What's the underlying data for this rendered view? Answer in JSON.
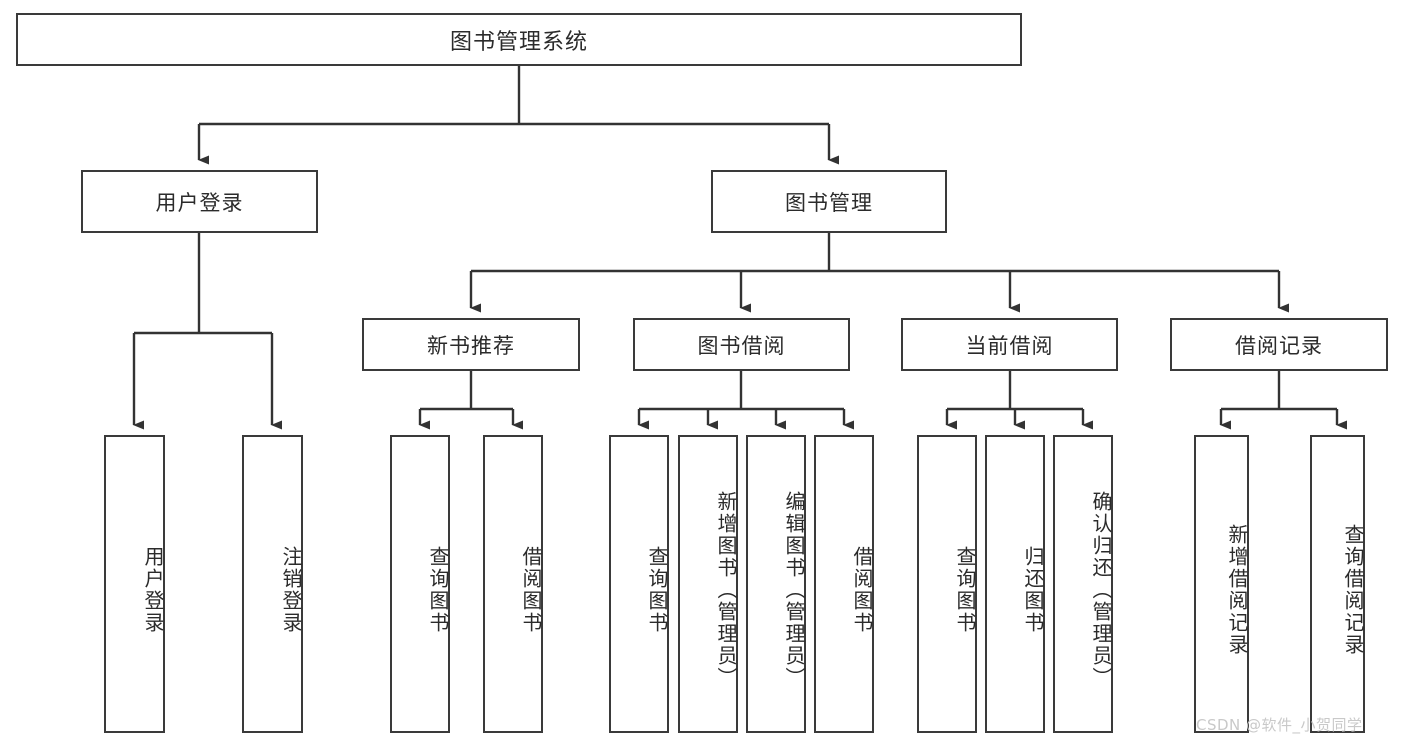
{
  "diagram": {
    "title": "图书管理系统",
    "type": "tree-hierarchy-diagram",
    "colors": {
      "box_border": "#3a3a3a",
      "box_fill": "#ffffff",
      "connector": "#333333",
      "text": "#2b2b2b",
      "watermark": "#c9c9c9"
    },
    "root": {
      "label": "图书管理系统"
    },
    "level2": [
      {
        "label": "用户登录"
      },
      {
        "label": "图书管理"
      }
    ],
    "level3": [
      {
        "label": "新书推荐"
      },
      {
        "label": "图书借阅"
      },
      {
        "label": "当前借阅"
      },
      {
        "label": "借阅记录"
      }
    ],
    "leaves": [
      {
        "label": "用户登录",
        "parent": "用户登录"
      },
      {
        "label": "注销登录",
        "parent": "用户登录"
      },
      {
        "label": "查询图书",
        "parent": "新书推荐"
      },
      {
        "label": "借阅图书",
        "parent": "新书推荐"
      },
      {
        "label": "查询图书",
        "parent": "图书借阅"
      },
      {
        "label": "新增图书（管理员）",
        "parent": "图书借阅"
      },
      {
        "label": "编辑图书（管理员）",
        "parent": "图书借阅"
      },
      {
        "label": "借阅图书",
        "parent": "图书借阅"
      },
      {
        "label": "查询图书",
        "parent": "当前借阅"
      },
      {
        "label": "归还图书",
        "parent": "当前借阅"
      },
      {
        "label": "确认归还（管理员）",
        "parent": "当前借阅"
      },
      {
        "label": "新增借阅记录",
        "parent": "借阅记录"
      },
      {
        "label": "查询借阅记录",
        "parent": "借阅记录"
      }
    ]
  },
  "watermark": {
    "text": "CSDN @软件_小贺同学"
  }
}
